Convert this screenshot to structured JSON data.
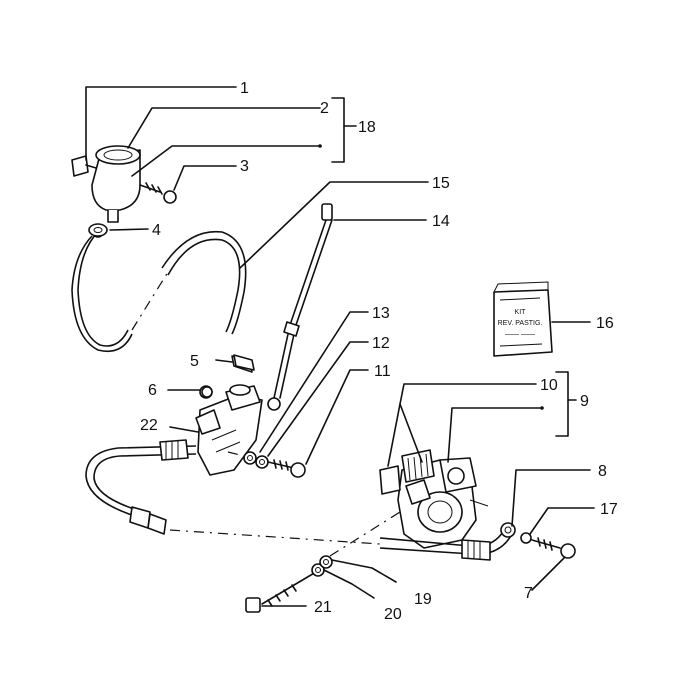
{
  "callouts": {
    "c1": "1",
    "c2": "2",
    "c3": "3",
    "c4": "4",
    "c5": "5",
    "c6": "6",
    "c7": "7",
    "c8": "8",
    "c9": "9",
    "c10": "10",
    "c11": "11",
    "c12": "12",
    "c13": "13",
    "c14": "14",
    "c15": "15",
    "c16": "16",
    "c17": "17",
    "c18": "18",
    "c19": "19",
    "c20": "20",
    "c21": "21",
    "c22": "22"
  },
  "kit_label": {
    "line1": "KIT",
    "line2": "REV. PASTIG.",
    "line3": "—— ——"
  }
}
